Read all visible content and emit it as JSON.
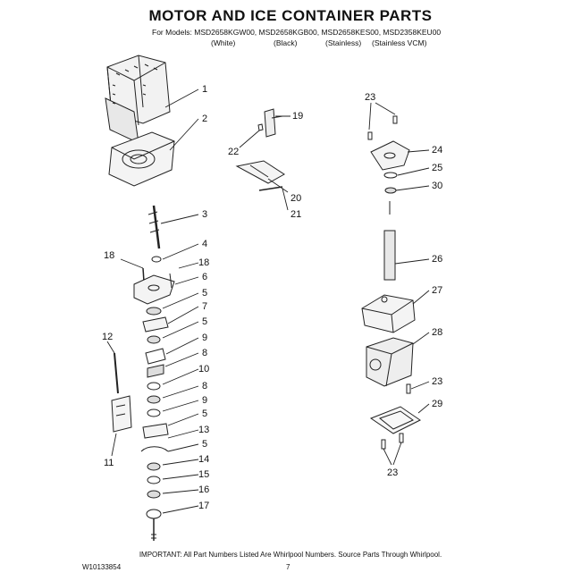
{
  "header": {
    "title": "MOTOR AND ICE CONTAINER PARTS",
    "models_line": "For Models: MSD2658KGW00, MSD2658KGB00, MSD2658KES00, MSD2358KEU00",
    "finishes": [
      "(White)",
      "(Black)",
      "(Stainless)",
      "(Stainless VCM)"
    ]
  },
  "callouts": [
    "1",
    "2",
    "3",
    "4",
    "18",
    "18",
    "6",
    "5",
    "7",
    "5",
    "9",
    "8",
    "10",
    "8",
    "9",
    "5",
    "13",
    "5",
    "14",
    "15",
    "16",
    "17",
    "12",
    "11",
    "19",
    "22",
    "20",
    "21",
    "23",
    "24",
    "25",
    "30",
    "26",
    "27",
    "28",
    "23",
    "29",
    "23"
  ],
  "footer": {
    "note": "IMPORTANT: All Part Numbers Listed Are Whirlpool Numbers. Source Parts Through Whirlpool.",
    "doc_id": "W10133854",
    "page": "7"
  }
}
